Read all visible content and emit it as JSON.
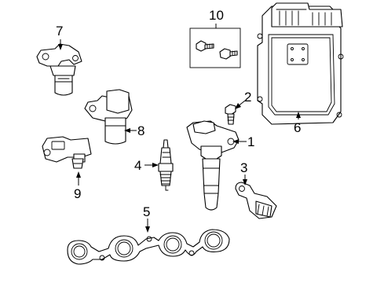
{
  "callouts": [
    {
      "id": "1",
      "label": "1"
    },
    {
      "id": "2",
      "label": "2"
    },
    {
      "id": "3",
      "label": "3"
    },
    {
      "id": "4",
      "label": "4"
    },
    {
      "id": "5",
      "label": "5"
    },
    {
      "id": "6",
      "label": "6"
    },
    {
      "id": "7",
      "label": "7"
    },
    {
      "id": "8",
      "label": "8"
    },
    {
      "id": "9",
      "label": "9"
    },
    {
      "id": "10",
      "label": "10"
    }
  ],
  "parts": [
    {
      "callout": "1",
      "icon": "ignition-coil-icon"
    },
    {
      "callout": "2",
      "icon": "bolt-icon"
    },
    {
      "callout": "3",
      "icon": "knock-sensor-icon"
    },
    {
      "callout": "4",
      "icon": "spark-plug-icon"
    },
    {
      "callout": "5",
      "icon": "gasket-icon"
    },
    {
      "callout": "6",
      "icon": "ecm-module-icon"
    },
    {
      "callout": "7",
      "icon": "camshaft-sensor-icon"
    },
    {
      "callout": "8",
      "icon": "crankshaft-sensor-icon"
    },
    {
      "callout": "9",
      "icon": "map-sensor-icon"
    },
    {
      "callout": "10",
      "icon": "bolt-kit-icon"
    }
  ]
}
